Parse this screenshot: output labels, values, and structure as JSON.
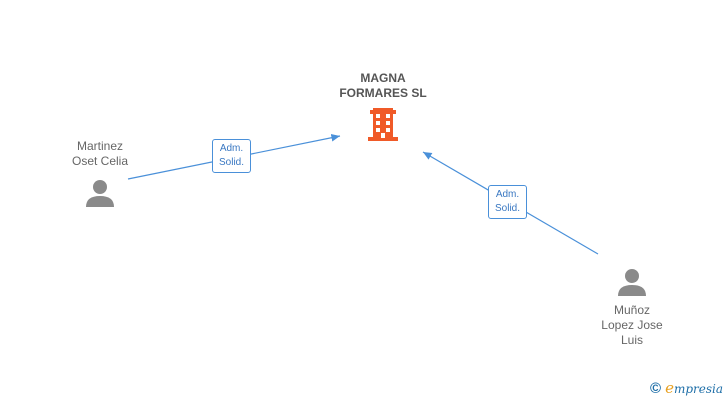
{
  "nodes": {
    "company": {
      "name_line1": "MAGNA",
      "name_line2": "FORMARES SL",
      "icon": "building-icon",
      "color": "#f05a28"
    },
    "person1": {
      "line1": "Martinez",
      "line2": "Oset Celia",
      "icon": "person-icon"
    },
    "person2": {
      "line1": "Muñoz",
      "line2": "Lopez Jose",
      "line3": "Luis",
      "icon": "person-icon"
    }
  },
  "edges": [
    {
      "from": "person1",
      "to": "company",
      "line1": "Adm.",
      "line2": "Solid."
    },
    {
      "from": "person2",
      "to": "company",
      "line1": "Adm.",
      "line2": "Solid."
    }
  ],
  "colors": {
    "edge": "#4a90d9",
    "person": "#8a8a8a",
    "company": "#f05a28"
  },
  "watermark": {
    "symbol": "©",
    "brand_first": "e",
    "brand_rest": "mpresia"
  }
}
